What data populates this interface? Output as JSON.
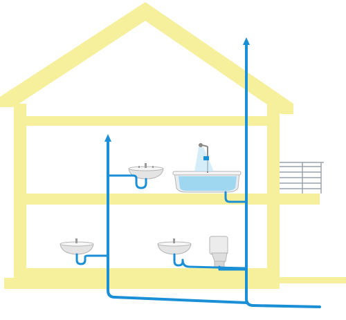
{
  "diagram": {
    "kind": "house-plumbing-cross-section",
    "colors": {
      "structure": "#f6ef9b",
      "pipe": "#1a8fd6",
      "water": "#9fd6f0",
      "fixture": "#e4e4e4",
      "railing": "#9aa3aa"
    },
    "floors": [
      {
        "level": "upper",
        "fixtures": [
          {
            "type": "washbasin",
            "icon": "washbasin-icon"
          },
          {
            "type": "bathtub-with-shower",
            "icon": "bathtub-icon"
          }
        ]
      },
      {
        "level": "ground",
        "fixtures": [
          {
            "type": "washbasin",
            "icon": "washbasin-icon"
          },
          {
            "type": "washbasin",
            "icon": "washbasin-icon"
          },
          {
            "type": "toilet",
            "icon": "toilet-icon"
          }
        ]
      }
    ],
    "vent_stacks": [
      "short-vent-stack",
      "main-vent-stack"
    ],
    "exterior": [
      "balcony-railing"
    ]
  }
}
